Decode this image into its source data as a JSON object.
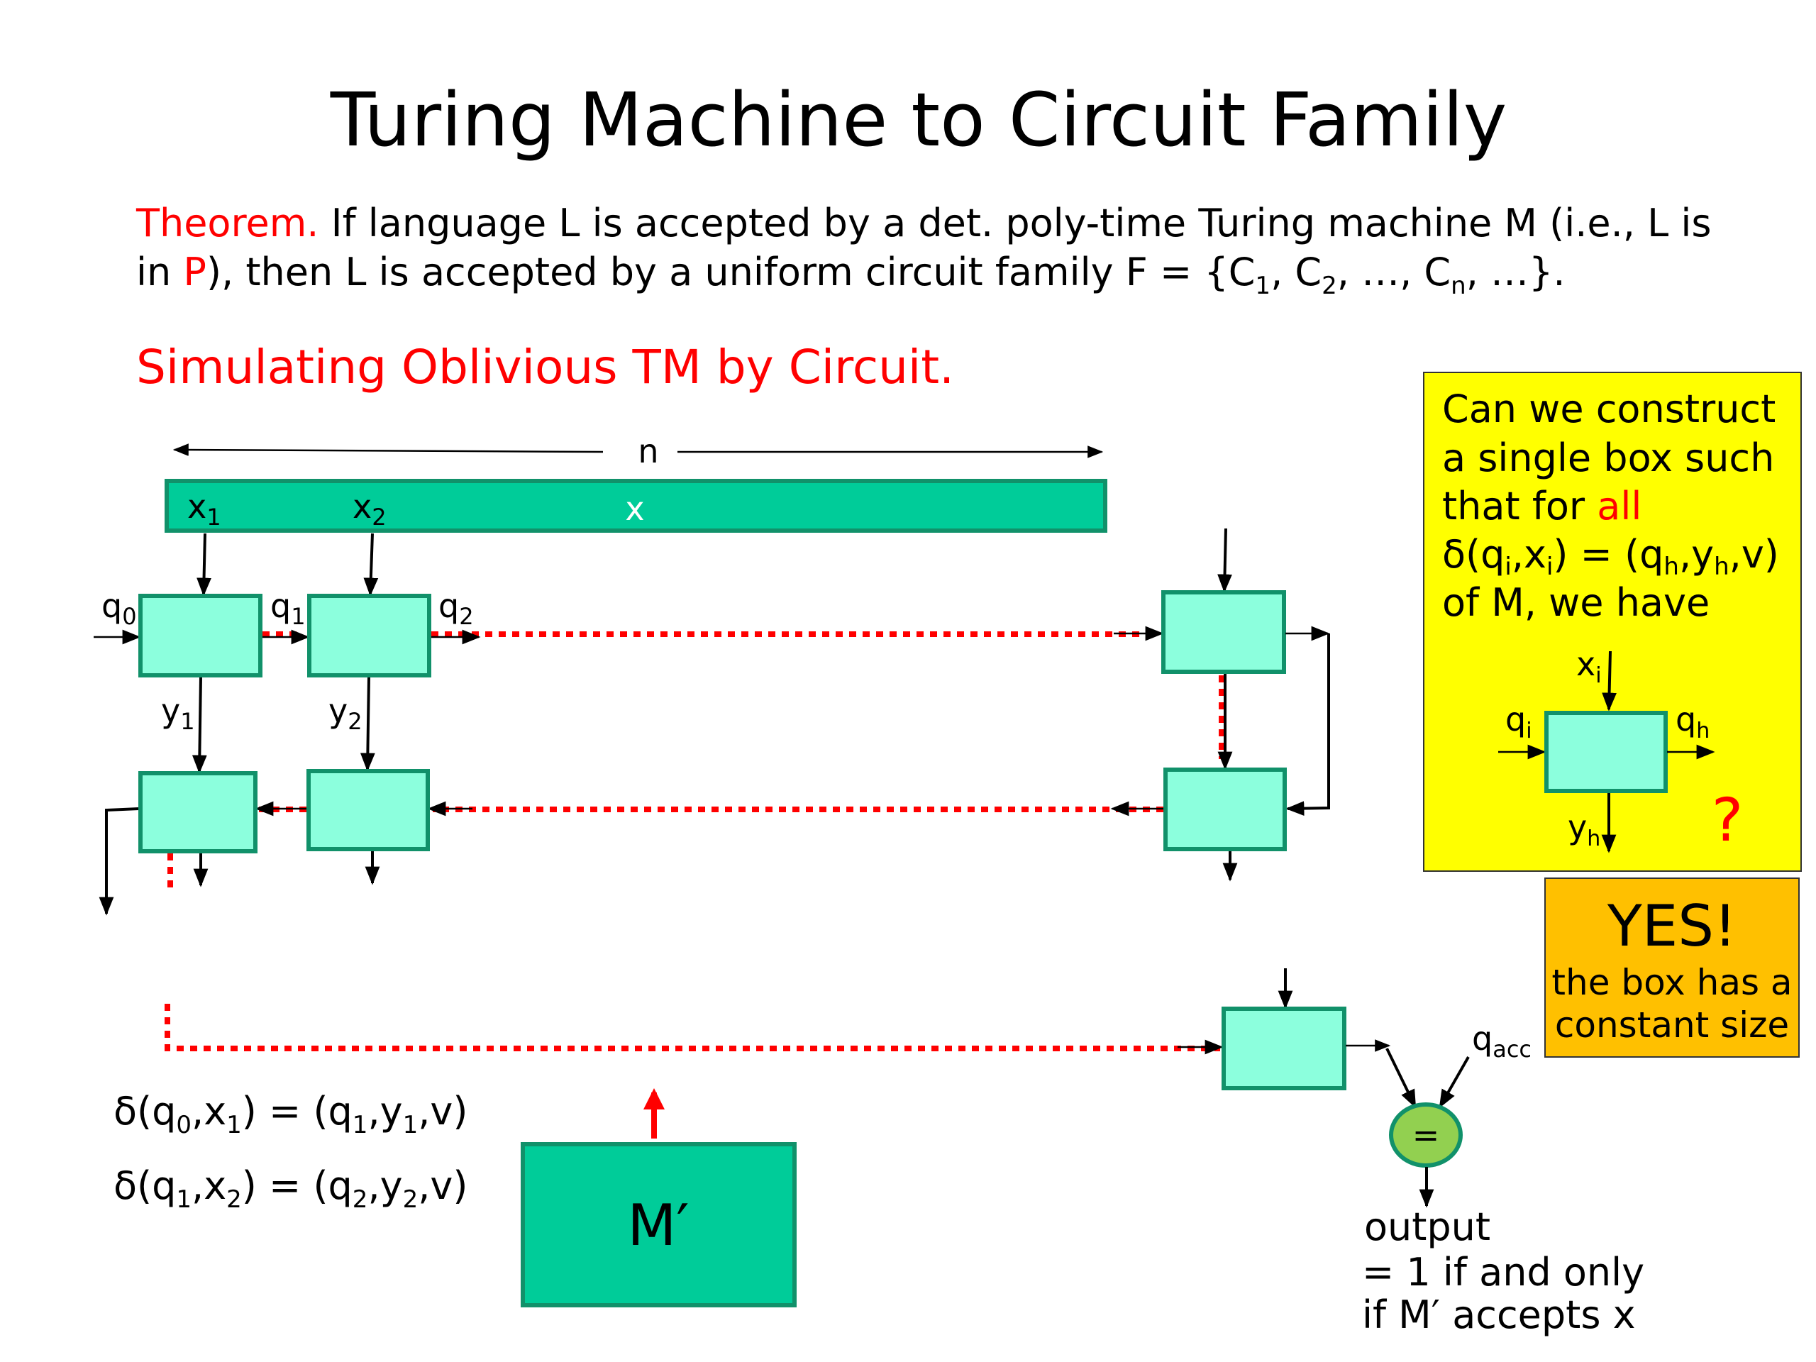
{
  "slide": {
    "title": "Turing Machine to Circuit Family",
    "theorem": {
      "label": "Theorem.",
      "line1_after_label": " If language L is accepted by a det. poly-time Turing machine M (i.e., L is",
      "line2_prefix": "in ",
      "line2_P": "P",
      "line2_rest": "), then L is accepted by a uniform circuit family F = {C",
      "sub1": "1",
      "sep1": ", C",
      "sub2": "2",
      "sep2": ", …, C",
      "subn": "n",
      "end": ", …}."
    },
    "subtitle": "Simulating Oblivious TM by Circuit."
  },
  "diagram": {
    "length_label": "n",
    "tape_label": "x",
    "tape_cells": [
      {
        "base": "x",
        "sub": "1"
      },
      {
        "base": "x",
        "sub": "2"
      }
    ],
    "state_labels": [
      {
        "base": "q",
        "sub": "0"
      },
      {
        "base": "q",
        "sub": "1"
      },
      {
        "base": "q",
        "sub": "2"
      }
    ],
    "output_labels": [
      {
        "base": "y",
        "sub": "1"
      },
      {
        "base": "y",
        "sub": "2"
      }
    ],
    "accept_state": {
      "base": "q",
      "sub": "acc"
    },
    "comparator_symbol": "=",
    "machine_label": "M′",
    "output_note": [
      "output",
      "= 1 if and only",
      "if M′ accepts x"
    ],
    "transitions": [
      {
        "from_state": "0",
        "symbol": "1",
        "to_state": "1",
        "write": "1",
        "move": "v"
      },
      {
        "from_state": "1",
        "symbol": "2",
        "to_state": "2",
        "write": "2",
        "move": "v"
      }
    ]
  },
  "question_box": {
    "lines": [
      "Can we construct",
      "a single box such",
      "that for "
    ],
    "highlight": "all",
    "formula": {
      "delta": "δ(q",
      "i1": "i",
      "mid": ",x",
      "i2": "i",
      "eq": ") = (q",
      "h1": "h",
      "y": ",y",
      "h2": "h",
      "end": ",v)"
    },
    "last_line": "of M, we have",
    "mini_box": {
      "input": {
        "base": "x",
        "sub": "i"
      },
      "state_in": {
        "base": "q",
        "sub": "i"
      },
      "state_out": {
        "base": "q",
        "sub": "h"
      },
      "output": {
        "base": "y",
        "sub": "h"
      }
    },
    "question_mark": "?"
  },
  "answer_box": {
    "headline": "YES!",
    "lines": [
      "the box has a",
      "constant size"
    ]
  },
  "colors": {
    "accent_red": "#ff0000",
    "cell_fill": "#8cffdd",
    "tape_fill": "#00cc99",
    "border_green": "#11916a",
    "question_bg": "#ffff00",
    "answer_bg": "#ffc000",
    "comparator_fill": "#92d050"
  }
}
